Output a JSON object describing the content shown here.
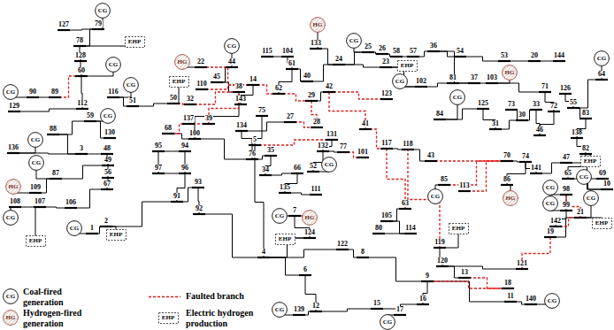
{
  "diagram": {
    "nodes": [
      {
        "text": [
          "CG"
        ]
      },
      {
        "text": [
          "HG"
        ]
      },
      {
        "text": [
          "CG"
        ]
      },
      {
        "text": [
          "EHP"
        ]
      },
      {
        "text": [
          "CG"
        ]
      },
      {
        "text": [
          "CG"
        ]
      },
      {
        "text": [
          "HG"
        ]
      },
      {
        "text": [
          "CG"
        ]
      },
      {
        "text": [
          "EHP"
        ]
      },
      {
        "text": [
          "HG"
        ]
      },
      {
        "text": [
          "EHP"
        ]
      },
      {
        "text": [
          "CG"
        ]
      },
      {
        "text": [
          "CG"
        ]
      },
      {
        "text": [
          "CG"
        ]
      },
      {
        "text": [
          "CG"
        ]
      },
      {
        "text": [
          "CG"
        ]
      },
      {
        "text": [
          "CG"
        ]
      },
      {
        "text": [
          "EHP"
        ]
      },
      {
        "text": [
          "CG"
        ]
      },
      {
        "text": [
          "CG"
        ]
      },
      {
        "text": [
          "CG"
        ]
      },
      {
        "text": [
          "CG"
        ]
      },
      {
        "text": [
          "HG"
        ]
      },
      {
        "text": [
          "CG"
        ]
      },
      {
        "text": [
          "CG"
        ]
      },
      {
        "text": [
          "HG"
        ]
      },
      {
        "text": [
          "CG"
        ]
      },
      {
        "text": [
          "CG"
        ]
      },
      {
        "text": [
          "CG"
        ]
      },
      {
        "text": [
          "HG"
        ]
      },
      {
        "text": [
          "EHP"
        ]
      },
      {
        "text": [
          "EHP"
        ]
      },
      {
        "text": [
          "CG"
        ]
      },
      {
        "text": [
          "EHP"
        ]
      },
      {
        "text": [
          "EHP"
        ]
      },
      {
        "text": [
          "EHP"
        ]
      },
      {
        "text": [
          "CG"
        ]
      },
      {
        "text": [
          "CG"
        ]
      },
      {
        "text": [
          "CG"
        ]
      },
      {
        "text": [
          "CG"
        ]
      },
      {
        "text": [
          "HG"
        ]
      },
      {
        "text": [
          "EHP"
        ]
      }
    ],
    "labels": [
      "127",
      "79",
      "78",
      "128",
      "60",
      "90",
      "89",
      "129",
      "112",
      "116",
      "51",
      "50",
      "32",
      "44",
      "45",
      "38",
      "22",
      "110",
      "137",
      "39",
      "68",
      "100",
      "59",
      "130",
      "88",
      "136",
      "3",
      "48",
      "49",
      "56",
      "67",
      "87",
      "109",
      "95",
      "94",
      "97",
      "96",
      "93",
      "91",
      "92",
      "108",
      "107",
      "106",
      "1",
      "2",
      "115",
      "104",
      "61",
      "40",
      "133",
      "24",
      "25",
      "26",
      "58",
      "57",
      "36",
      "54",
      "53",
      "20",
      "144",
      "23",
      "102",
      "81",
      "37",
      "103",
      "14",
      "62",
      "143",
      "75",
      "134",
      "5",
      "27",
      "29",
      "42",
      "123",
      "28",
      "41",
      "131",
      "132",
      "77",
      "101",
      "52",
      "117",
      "118",
      "76",
      "35",
      "34",
      "66",
      "135",
      "111",
      "71",
      "126",
      "64",
      "55",
      "72",
      "83",
      "138",
      "82",
      "47",
      "65",
      "69",
      "10",
      "84",
      "125",
      "73",
      "33",
      "30",
      "31",
      "46",
      "43",
      "70",
      "74",
      "141",
      "98",
      "99",
      "142",
      "21",
      "19",
      "85",
      "113",
      "86",
      "7",
      "124",
      "63",
      "105",
      "80",
      "114",
      "119",
      "122",
      "4",
      "8",
      "120",
      "121",
      "13",
      "9",
      "18",
      "6",
      "12",
      "139",
      "15",
      "17",
      "16",
      "11",
      "140"
    ],
    "legend": [
      {
        "text": "Coal-fired generation"
      },
      {
        "text": "Hydrogen-fired generation"
      },
      {
        "text": "Faulted branch"
      },
      {
        "text": "Electric hydrogen production"
      }
    ]
  }
}
